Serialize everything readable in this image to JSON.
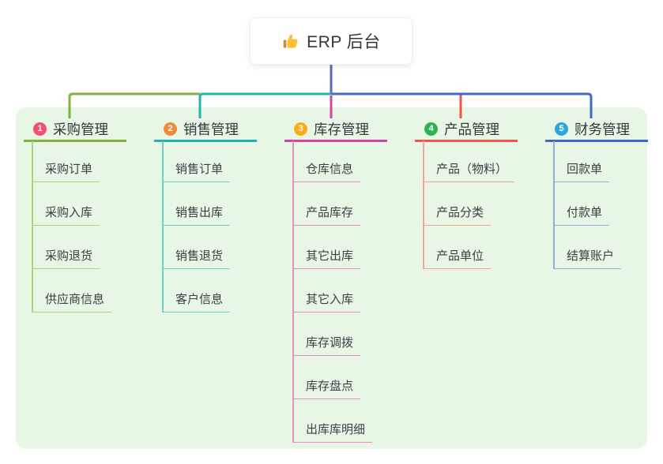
{
  "root": {
    "label": "ERP 后台",
    "icon": "thumbs-up-icon"
  },
  "colors": {
    "panel_bg": "#e8f6e5",
    "trunk": "#5a68c3",
    "root_card_bg": "#ffffff",
    "text": "#33383d"
  },
  "branches": [
    {
      "index": "1",
      "label": "采购管理",
      "badge_color": "#f25270",
      "line_color": "#7db43d",
      "child_line_color": "#a9d67b",
      "children": [
        "采购订单",
        "采购入库",
        "采购退货",
        "供应商信息"
      ]
    },
    {
      "index": "2",
      "label": "销售管理",
      "badge_color": "#f28a3d",
      "line_color": "#1db5ac",
      "child_line_color": "#6fcdc5",
      "children": [
        "销售订单",
        "销售出库",
        "销售退货",
        "客户信息"
      ]
    },
    {
      "index": "3",
      "label": "库存管理",
      "badge_color": "#f8ae19",
      "line_color": "#d6459f",
      "child_line_color": "#e68ec5",
      "children": [
        "仓库信息",
        "产品库存",
        "其它出库",
        "其它入库",
        "库存调拨",
        "库存盘点",
        "出库库明细"
      ]
    },
    {
      "index": "4",
      "label": "产品管理",
      "badge_color": "#2eb354",
      "line_color": "#f4544b",
      "child_line_color": "#f8a09a",
      "children": [
        "产品（物料）",
        "产品分类",
        "产品单位"
      ]
    },
    {
      "index": "5",
      "label": "财务管理",
      "badge_color": "#2ba6e0",
      "line_color": "#4467cb",
      "child_line_color": "#96abde",
      "children": [
        "回款单",
        "付款单",
        "结算账户"
      ]
    }
  ]
}
